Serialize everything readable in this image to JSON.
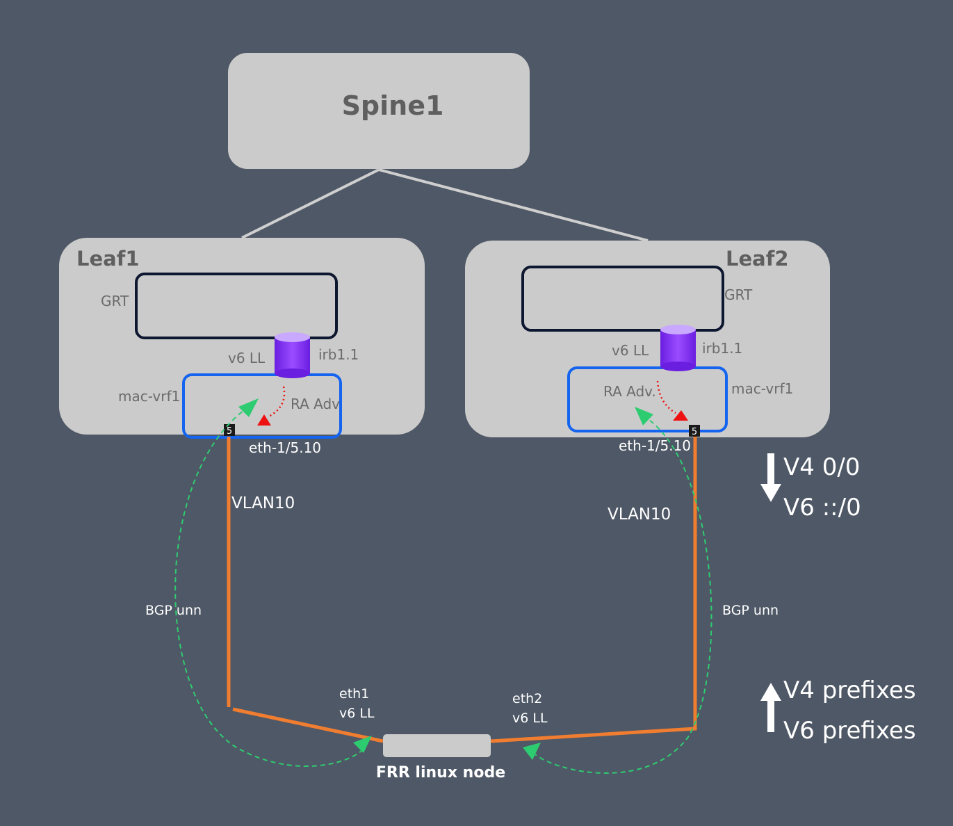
{
  "spine": {
    "name": "Spine1"
  },
  "leaf1": {
    "name": "Leaf1",
    "grt_label": "GRT",
    "v6ll_label": "v6 LL",
    "irb_label": "irb1.1",
    "macvrf_label": "mac-vrf1",
    "ra_label": "RA Adv",
    "port_badge": "5",
    "iface_label": "eth-1/5.10",
    "vlan_label": "VLAN10",
    "bgp_label": "BGP unn"
  },
  "leaf2": {
    "name": "Leaf2",
    "grt_label": "GRT",
    "v6ll_label": "v6 LL",
    "irb_label": "irb1.1",
    "macvrf_label": "mac-vrf1",
    "ra_label": "RA Adv.",
    "port_badge": "5",
    "iface_label": "eth-1/5.10",
    "vlan_label": "VLAN10",
    "bgp_label": "BGP unn"
  },
  "frr": {
    "name": "FRR linux node",
    "eth1_label": "eth1",
    "eth1_v6": "v6 LL",
    "eth2_label": "eth2",
    "eth2_v6": "v6 LL"
  },
  "legend": {
    "down": [
      "V4 0/0",
      "V6 ::/0"
    ],
    "up": [
      "V4 prefixes",
      "V6 prefixes"
    ]
  },
  "colors": {
    "background": "#4f5866",
    "node_fill": "#cbcbcb",
    "grt_border": "#0e1730",
    "macvrf_border": "#1464f0",
    "vlan_link": "#f07d30",
    "bgp_arrow": "#2ecc71",
    "ra_arrow": "#ee1111",
    "irb_cylinder": "#8a2eff",
    "uplink": "#cfcfcf"
  }
}
